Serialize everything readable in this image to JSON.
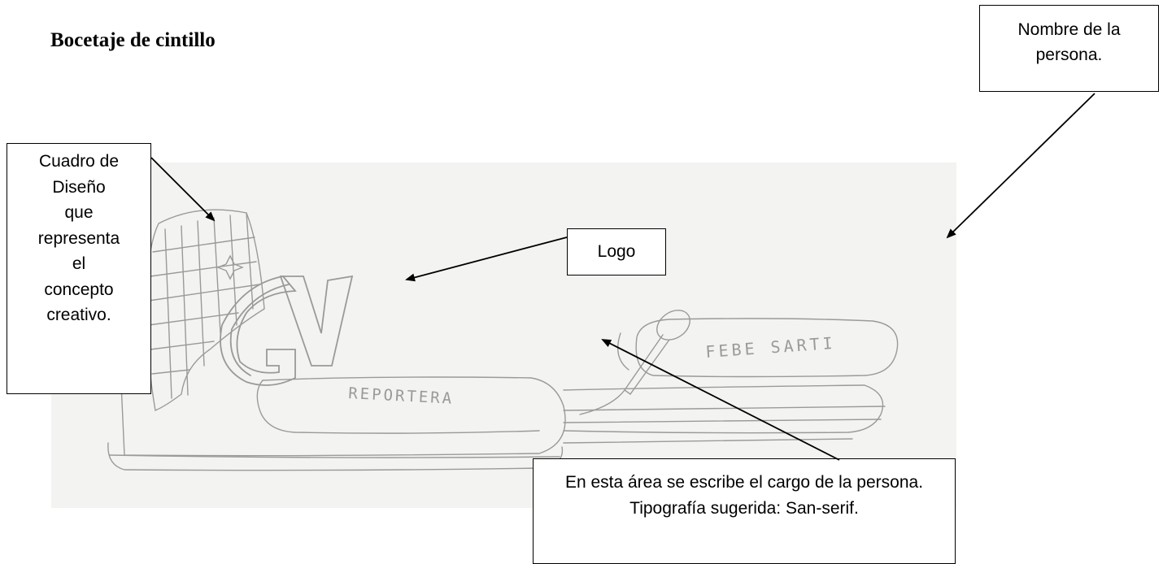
{
  "title": "Bocetaje de cintillo",
  "callouts": {
    "name_box": [
      "Nombre de la",
      "persona."
    ],
    "frame_box": [
      "Cuadro de",
      "Diseño",
      "que",
      "representa",
      "el",
      "concepto",
      "creativo."
    ],
    "logo_box": "Logo",
    "position_box": [
      "En esta área se escribe el cargo de la persona.",
      "Tipografía sugerida: San-serif."
    ]
  },
  "sketch": {
    "logo_letters": "GV",
    "role_text": "REPORTERA",
    "person_text": "FEBE SARTI"
  },
  "colors": {
    "pencil": "#9a9a9a",
    "paper": "#f3f3f1",
    "ink": "#000000"
  }
}
